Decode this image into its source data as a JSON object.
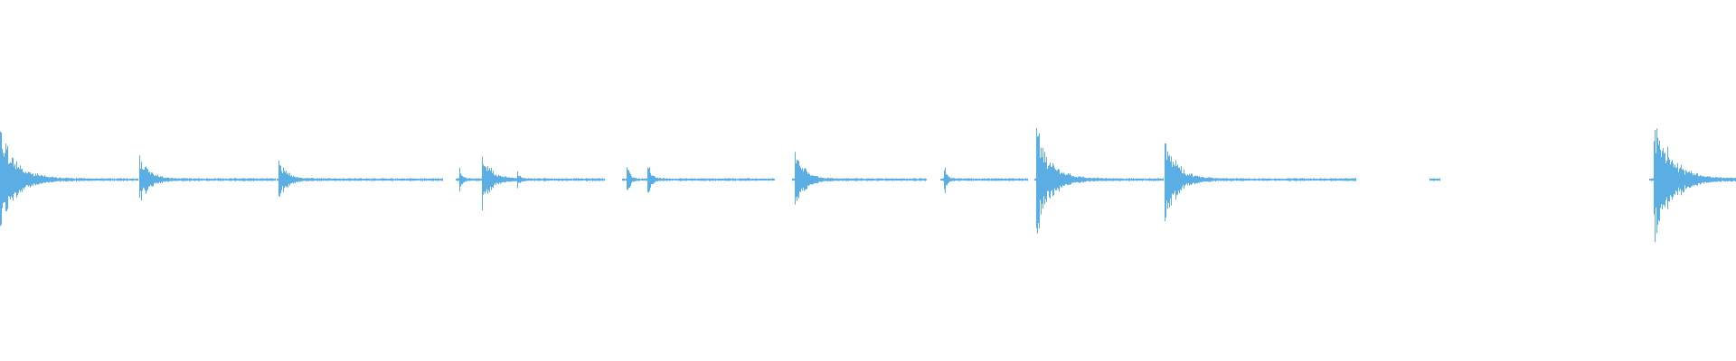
{
  "waveform": {
    "color": "#5aaee3",
    "background": "#ffffff",
    "duration_s": 120,
    "segments": [
      {
        "start": 0.0,
        "end": 9.55
      },
      {
        "start": 9.6,
        "end": 19.05
      },
      {
        "start": 19.1,
        "end": 30.6
      },
      {
        "start": 31.5,
        "end": 41.8
      },
      {
        "start": 43.0,
        "end": 53.5
      },
      {
        "start": 54.7,
        "end": 64.0
      },
      {
        "start": 65.0,
        "end": 71.0
      },
      {
        "start": 71.5,
        "end": 80.4
      },
      {
        "start": 80.5,
        "end": 93.7
      },
      {
        "start": 98.8,
        "end": 99.5
      },
      {
        "start": 114.0,
        "end": 120.0
      }
    ],
    "transients": [
      {
        "t": 0.0,
        "peak": 0.28,
        "decay_s": 3.0
      },
      {
        "t": 9.6,
        "peak": 0.14,
        "decay_s": 1.8
      },
      {
        "t": 19.2,
        "peak": 0.13,
        "decay_s": 1.4
      },
      {
        "t": 31.7,
        "peak": 0.08,
        "decay_s": 0.5
      },
      {
        "t": 33.3,
        "peak": 0.16,
        "decay_s": 1.7
      },
      {
        "t": 35.7,
        "peak": 0.06,
        "decay_s": 0.4
      },
      {
        "t": 43.3,
        "peak": 0.12,
        "decay_s": 0.5
      },
      {
        "t": 44.7,
        "peak": 0.14,
        "decay_s": 0.6
      },
      {
        "t": 54.9,
        "peak": 0.21,
        "decay_s": 1.6
      },
      {
        "t": 65.2,
        "peak": 0.11,
        "decay_s": 0.5
      },
      {
        "t": 71.6,
        "peak": 0.32,
        "decay_s": 2.6
      },
      {
        "t": 80.5,
        "peak": 0.27,
        "decay_s": 2.2
      },
      {
        "t": 114.3,
        "peak": 0.38,
        "decay_s": 3.2
      }
    ]
  }
}
